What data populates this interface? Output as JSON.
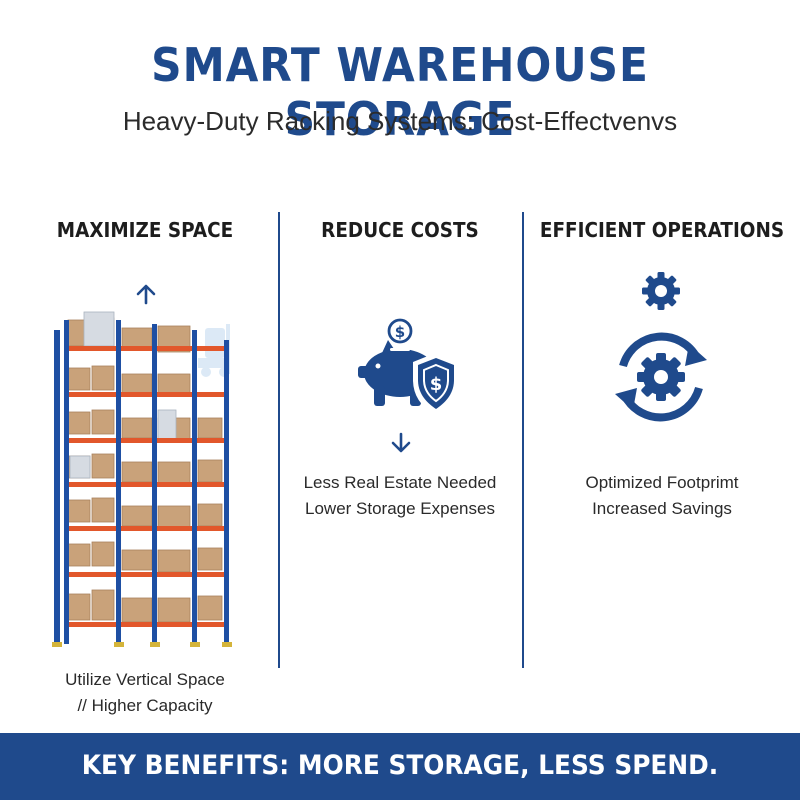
{
  "header": {
    "title": "SMART WAREHOUSE STORAGE",
    "subtitle": "Heavy-Duty Racking Systems: Cost-Effectvenvs"
  },
  "columns": [
    {
      "heading": "MAXIMIZE SPACE",
      "lines": [
        "Utilize Vertical Space",
        "// Higher Capacity"
      ],
      "icon": "warehouse-rack-illustration"
    },
    {
      "heading": "REDUCE COSTS",
      "lines": [
        "Less Real Estate Needed",
        "Lower Storage Expenses"
      ],
      "icon": "piggy-bank-shield-icon"
    },
    {
      "heading": "EFFICIENT OPERATIONS",
      "lines": [
        "Optimized Footprimt",
        "Increased Savings"
      ],
      "icon": "gear-cycle-icon"
    }
  ],
  "footer": {
    "text": "KEY BENEFITS: MORE STORAGE, LESS SPEND."
  },
  "colors": {
    "brand_blue": "#1f4a8c",
    "rack_blue": "#1e4fa3",
    "beam_orange": "#e2572b",
    "box_brown": "#c9a27a",
    "text_dark": "#1d1d1d"
  }
}
